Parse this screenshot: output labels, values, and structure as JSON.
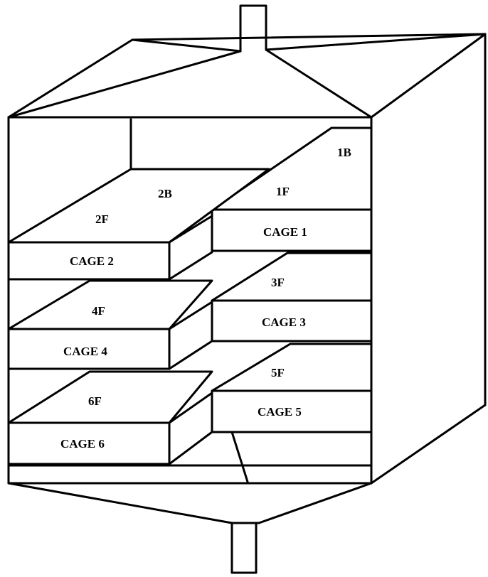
{
  "cages": {
    "cage1": "CAGE 1",
    "cage2": "CAGE 2",
    "cage3": "CAGE 3",
    "cage4": "CAGE 4",
    "cage5": "CAGE 5",
    "cage6": "CAGE 6"
  },
  "floors": {
    "f1": "1F",
    "b1": "1B",
    "f2": "2F",
    "b2": "2B",
    "f3": "3F",
    "f4": "4F",
    "f5": "5F",
    "f6": "6F"
  }
}
